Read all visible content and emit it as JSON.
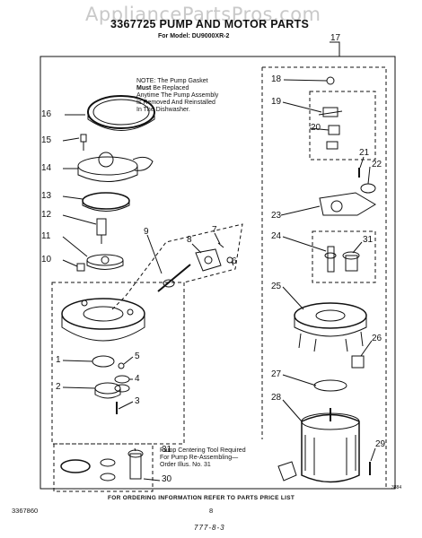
{
  "watermark": "AppliancePartsPros.com",
  "header": {
    "title": "3367725 PUMP AND MOTOR PARTS",
    "model_label": "For Model: DU9000XR-2"
  },
  "note": {
    "line1": "NOTE: The Pump Gasket",
    "line2_bold": "Must",
    "line2_rest": " Be Replaced",
    "line3": "Anytime The Pump Assembly",
    "line4": "Is Removed And Reinstalled",
    "line5": "In The Dishwasher."
  },
  "centering_note": {
    "line1": "Pump Centering Tool Required",
    "line2": "For Pump Re-Assembling—",
    "line3": "Order Illus. No. 31"
  },
  "part_numbers": {
    "n1": "1",
    "n2": "2",
    "n3": "3",
    "n4": "4",
    "n5": "5",
    "n6": "6",
    "n7": "7",
    "n8": "8",
    "n9": "9",
    "n10": "10",
    "n11": "11",
    "n12": "12",
    "n13": "13",
    "n14": "14",
    "n15": "15",
    "n16": "16",
    "n17": "17",
    "n18": "18",
    "n19": "19",
    "n20": "20",
    "n21": "21",
    "n22": "22",
    "n23": "23",
    "n24": "24",
    "n25": "25",
    "n26": "26",
    "n27": "27",
    "n28": "28",
    "n29": "29",
    "n30": "30",
    "n31a": "31",
    "n31b": "31"
  },
  "footer": {
    "ordering": "FOR ORDERING INFORMATION REFER TO PARTS PRICE LIST",
    "doc_number": "3367860",
    "page": "8",
    "handwritten": "777-8-3",
    "code": "3884"
  }
}
